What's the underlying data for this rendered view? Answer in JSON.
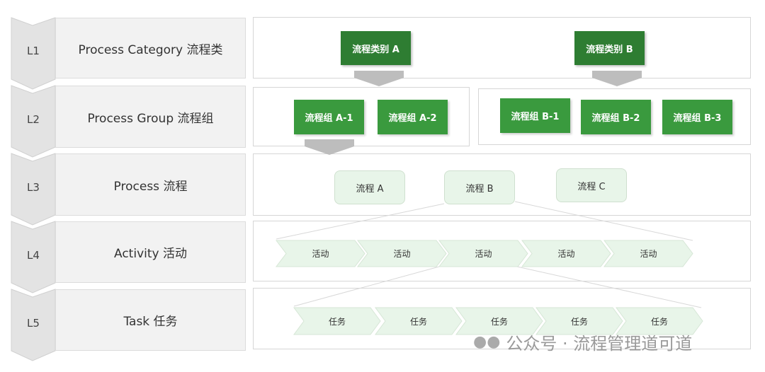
{
  "levels": [
    {
      "code": "L1",
      "label": "Process Category 流程类"
    },
    {
      "code": "L2",
      "label": "Process Group 流程组"
    },
    {
      "code": "L3",
      "label": "Process 流程"
    },
    {
      "code": "L4",
      "label": "Activity 活动"
    },
    {
      "code": "L5",
      "label": "Task 任务"
    }
  ],
  "categories": [
    "流程类别 A",
    "流程类别 B"
  ],
  "groups": [
    "流程组 A-1",
    "流程组 A-2",
    "流程组 B-1",
    "流程组 B-2",
    "流程组 B-3"
  ],
  "processes": [
    "流程 A",
    "流程 B",
    "流程 C"
  ],
  "activities": [
    "活动",
    "活动",
    "活动",
    "活动",
    "活动"
  ],
  "tasks": [
    "任务",
    "任务",
    "任务",
    "任务",
    "任务"
  ],
  "watermark": "公众号 · 流程管理道可道",
  "colors": {
    "category": "#2e7d32",
    "group": "#3a9a3e",
    "light": "#e8f5e9",
    "gray": "#e6e6e6"
  }
}
